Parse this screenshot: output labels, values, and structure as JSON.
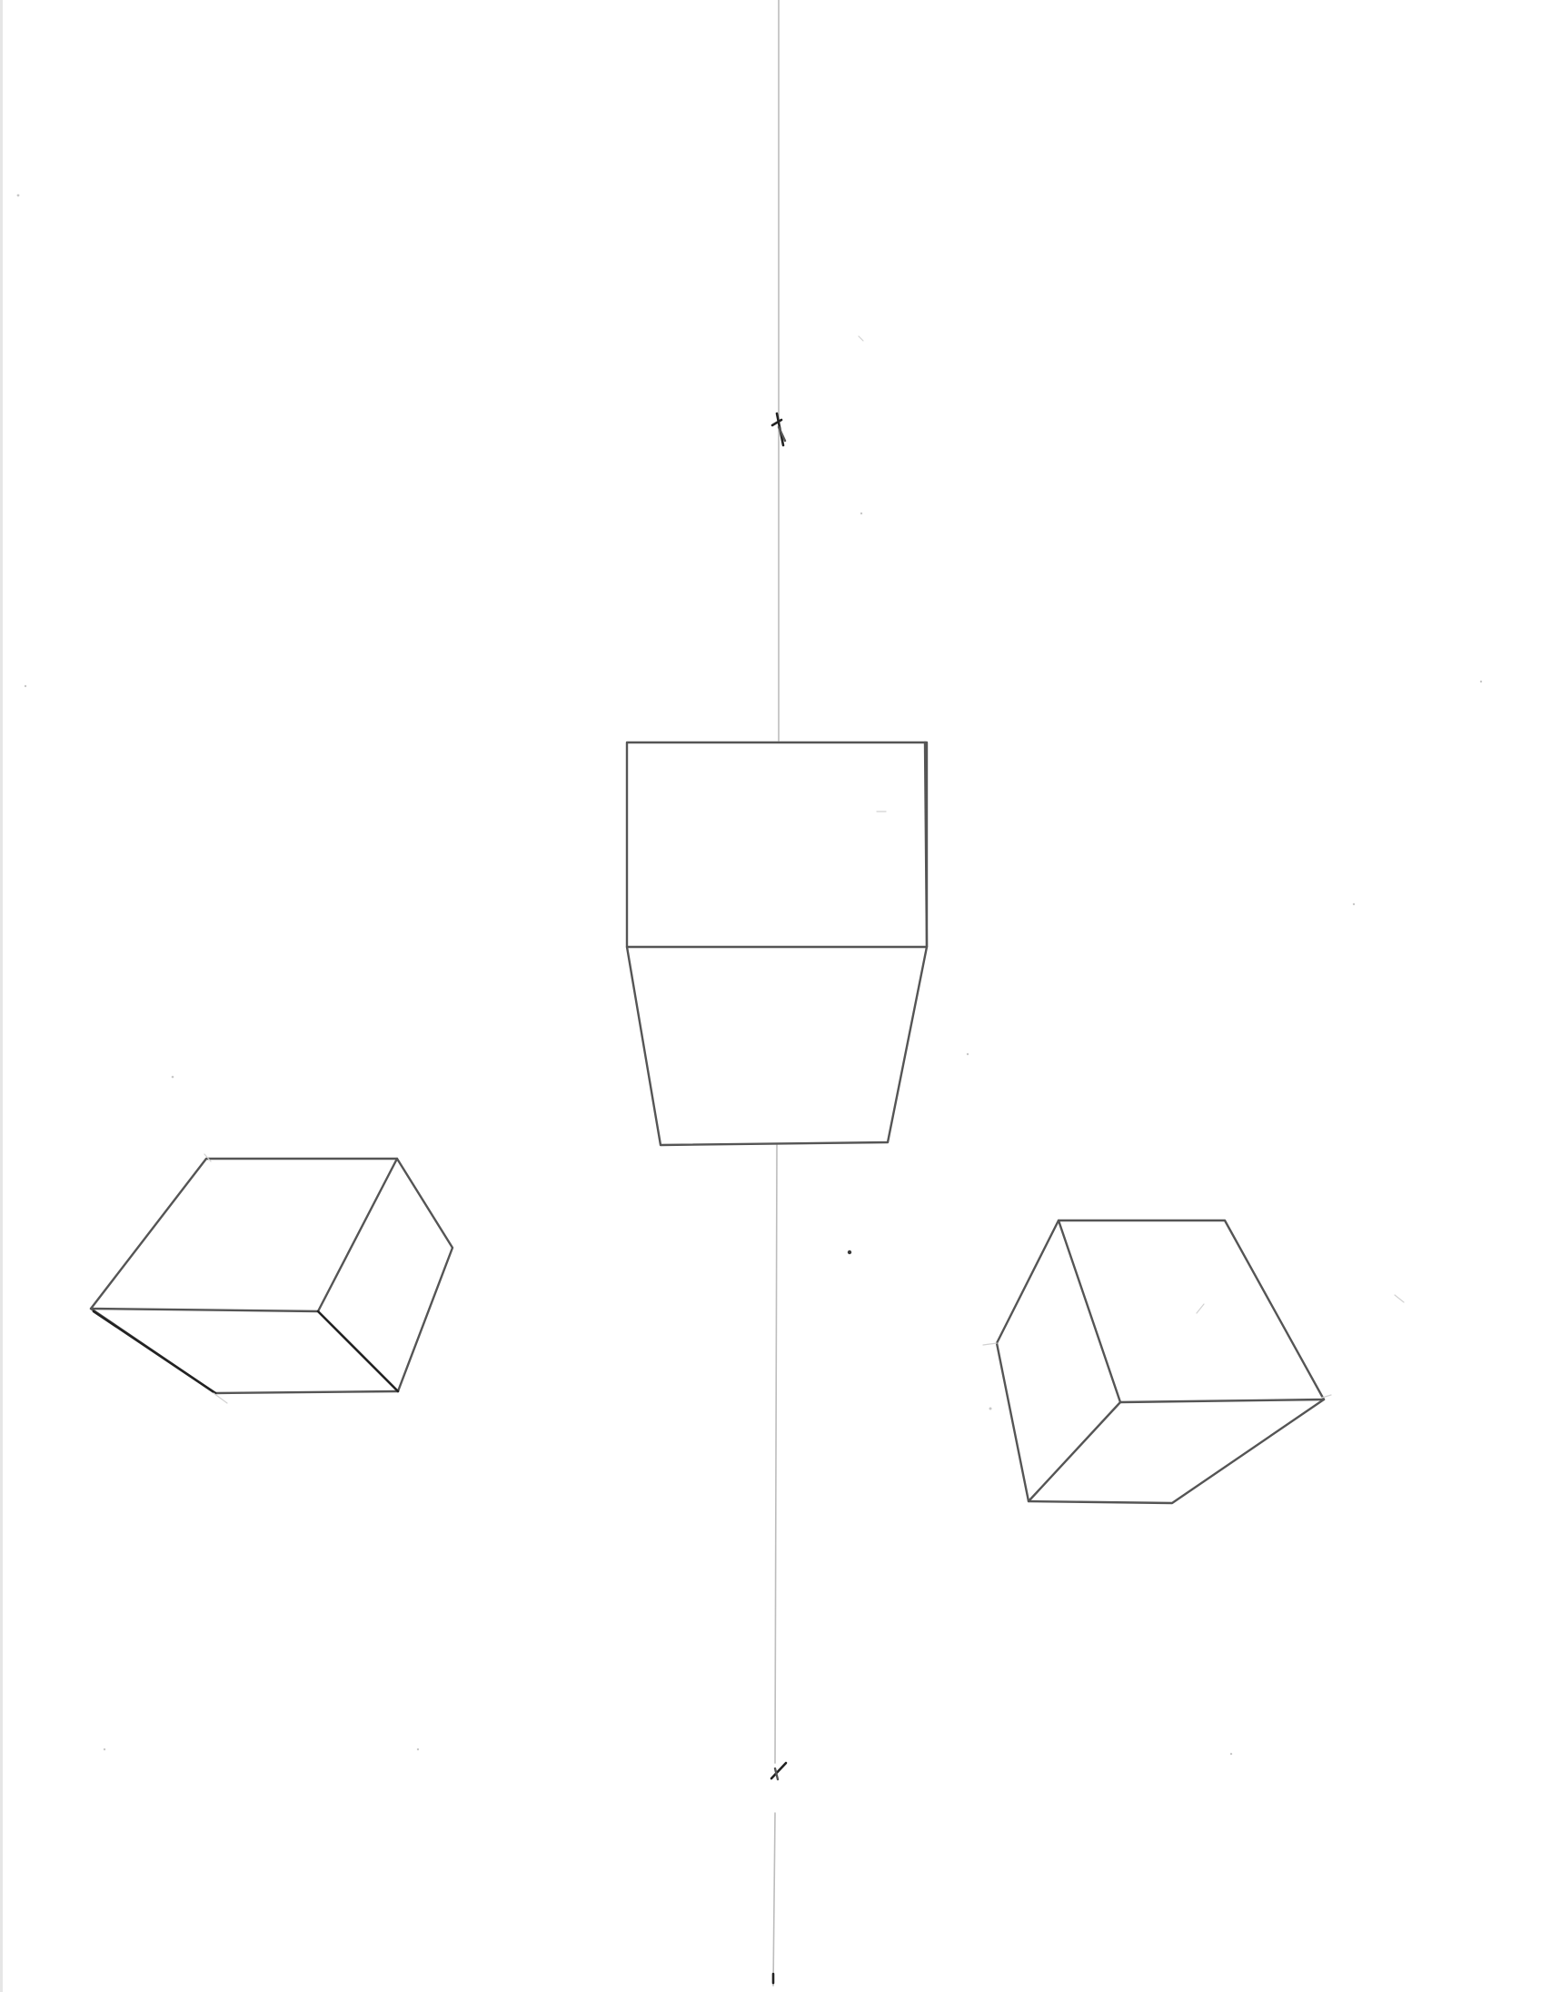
{
  "drawing": {
    "medium": "pencil-on-paper",
    "paper_color": "#ffffff",
    "line_color": "#555555",
    "guide_color": "#bdbdbd",
    "subjects": [
      "vertical-guide-line",
      "front-view-box",
      "left-rotated-cube",
      "right-rotated-cube"
    ]
  }
}
